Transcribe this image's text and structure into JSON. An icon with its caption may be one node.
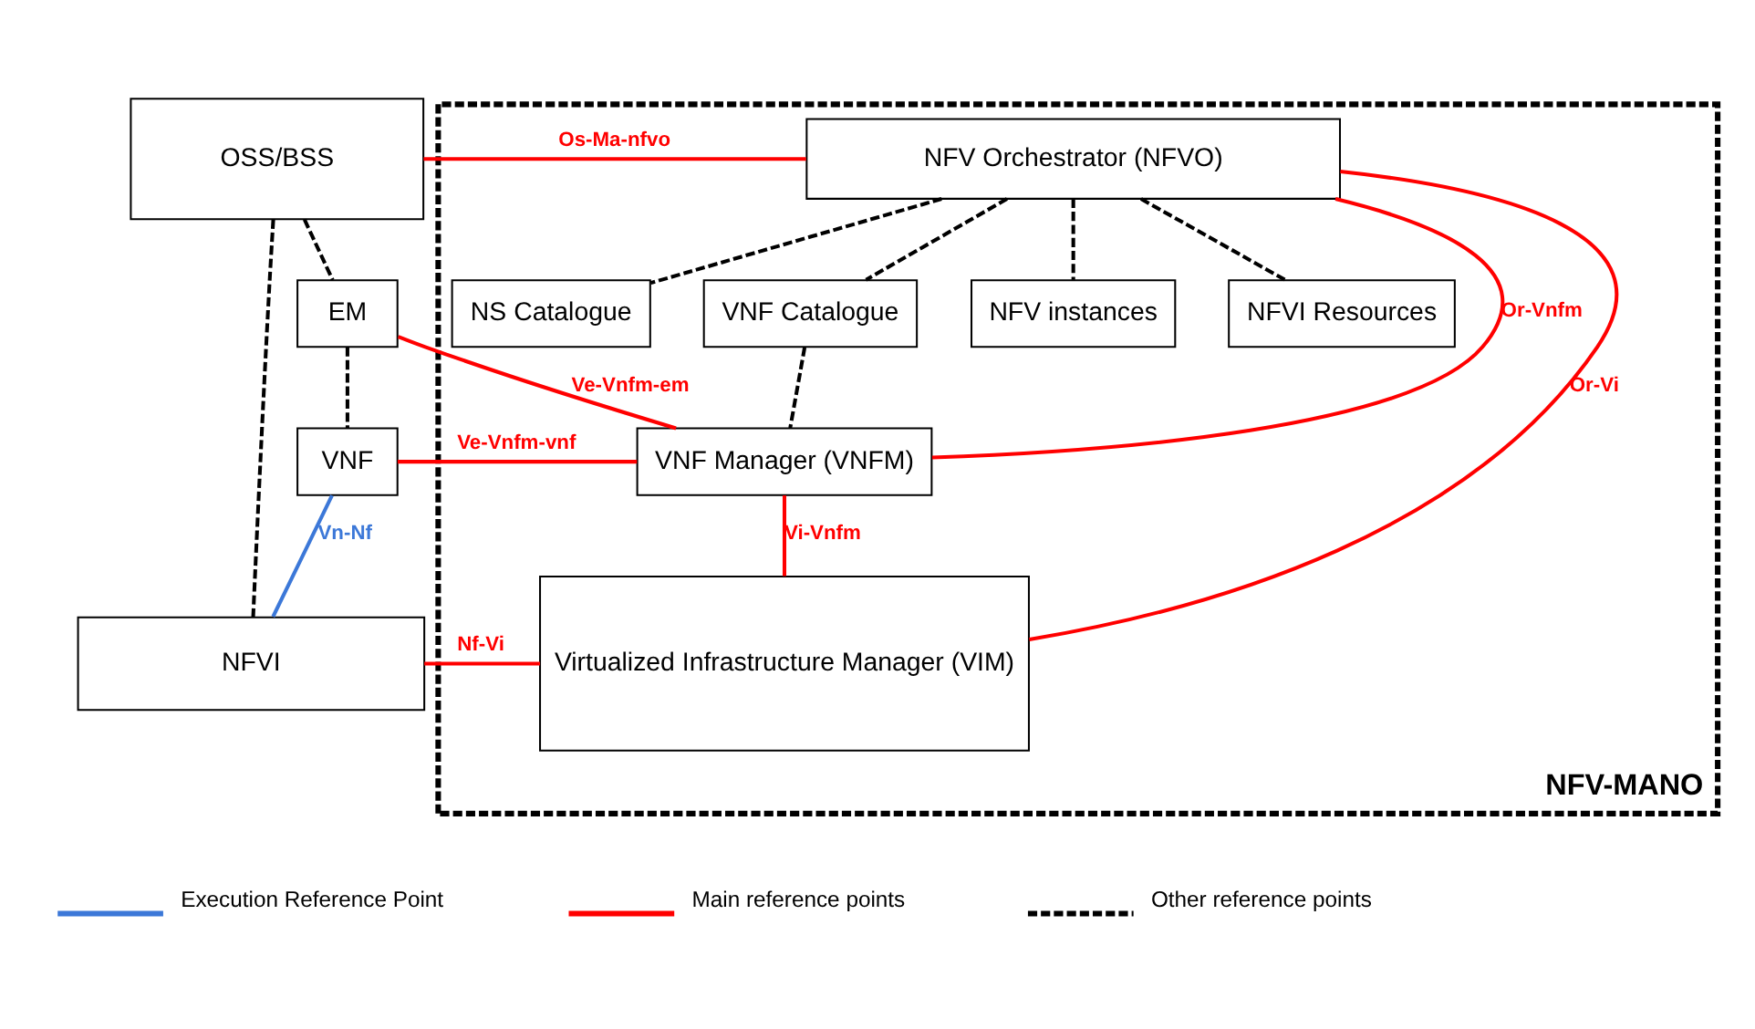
{
  "diagram": {
    "nodes": [
      {
        "text": [
          "NFV-MANO"
        ]
      },
      {
        "text": [
          "OSS/BSS"
        ]
      },
      {
        "text": [
          "EM"
        ]
      },
      {
        "text": [
          "VNF"
        ]
      },
      {
        "text": [
          "NFVI"
        ]
      },
      {
        "text": [
          "NFV Orchestrator (NFVO)"
        ],
        "in": 0
      },
      {
        "text": [
          "NS Catalogue"
        ],
        "in": 0
      },
      {
        "text": [
          "VNF Catalogue"
        ],
        "in": 0
      },
      {
        "text": [
          "NFV instances"
        ],
        "in": 0
      },
      {
        "text": [
          "NFVI Resources"
        ],
        "in": 0
      },
      {
        "text": [
          "VNF Manager (VNFM)"
        ],
        "in": 0
      },
      {
        "text": [
          "Virtualized Infrastructure Manager (VIM)"
        ],
        "in": 0
      }
    ],
    "edges": [
      {
        "from": 1,
        "to": 5,
        "arrow": "none",
        "label": "Os-Ma-nfvo",
        "color": "#ff0000"
      },
      {
        "from": 5,
        "to": 6,
        "arrow": "none",
        "style": "dashed"
      },
      {
        "from": 5,
        "to": 7,
        "arrow": "none",
        "style": "dashed"
      },
      {
        "from": 5,
        "to": 8,
        "arrow": "none",
        "style": "dashed"
      },
      {
        "from": 5,
        "to": 9,
        "arrow": "none",
        "style": "dashed"
      },
      {
        "from": 7,
        "to": 10,
        "arrow": "none",
        "style": "dashed"
      },
      {
        "from": 5,
        "to": 10,
        "arrow": "none",
        "label": "Or-Vnfm",
        "color": "#ff0000"
      },
      {
        "from": 1,
        "to": 2,
        "arrow": "none",
        "style": "dashed"
      },
      {
        "from": 2,
        "to": 3,
        "arrow": "none",
        "style": "dashed"
      },
      {
        "from": 1,
        "to": 4,
        "arrow": "none",
        "style": "dashed"
      },
      {
        "from": 2,
        "to": 10,
        "arrow": "none",
        "label": "Ve-Vnfm-em",
        "color": "#ff0000"
      },
      {
        "from": 3,
        "to": 10,
        "arrow": "none",
        "label": "Ve-Vnfm-vnf",
        "color": "#ff0000"
      },
      {
        "from": 3,
        "to": 4,
        "arrow": "none",
        "label": "Vn-Nf",
        "color": "#3c78d8"
      },
      {
        "from": 10,
        "to": 11,
        "arrow": "none",
        "label": "Vi-Vnfm",
        "color": "#ff0000"
      },
      {
        "from": 4,
        "to": 11,
        "arrow": "none",
        "label": "Nf-Vi",
        "color": "#ff0000"
      },
      {
        "from": 5,
        "to": 11,
        "arrow": "none",
        "label": "Or-Vi",
        "color": "#ff0000"
      }
    ],
    "legend": [
      {
        "text": "Execution Reference Point"
      },
      {
        "text": "Main reference points"
      },
      {
        "text": "Other reference points"
      }
    ]
  }
}
